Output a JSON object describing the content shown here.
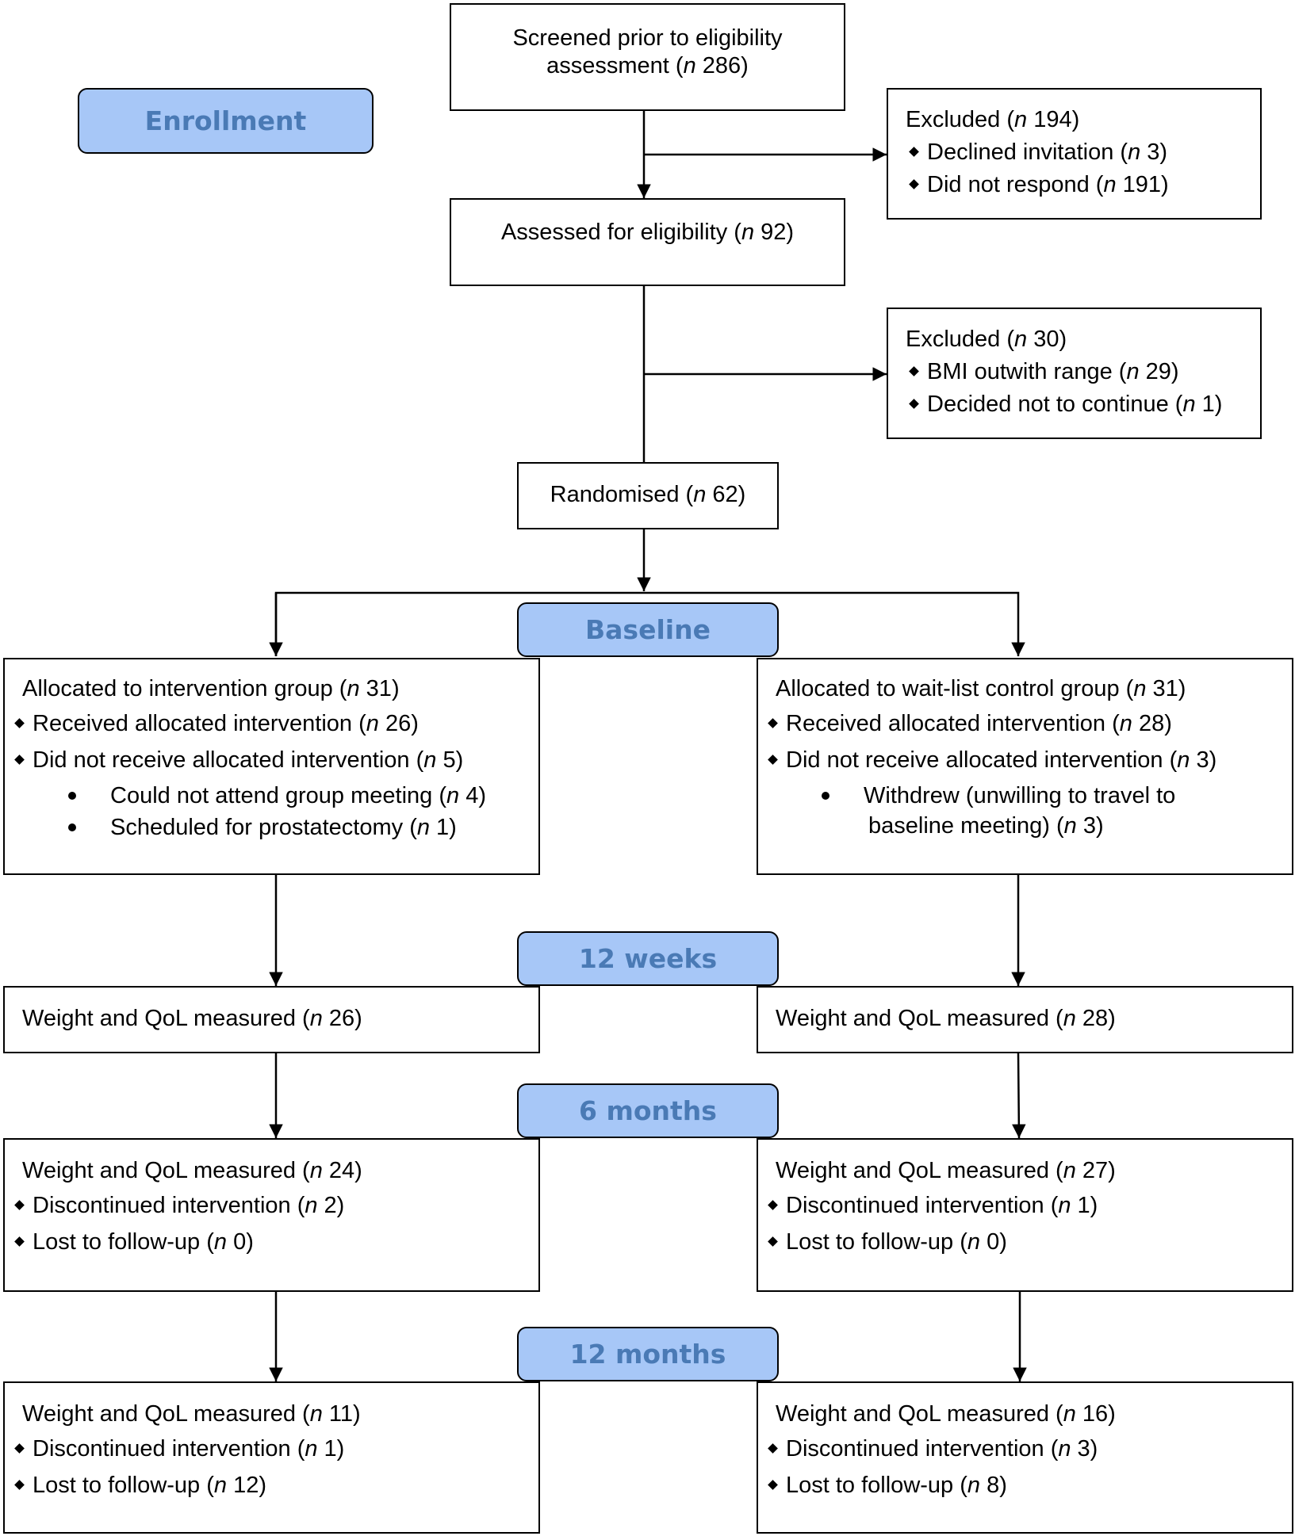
{
  "stages": {
    "enrollment": "Enrollment",
    "baseline": "Baseline",
    "weeks12": "12 weeks",
    "months6": "6 months",
    "months12": "12 months"
  },
  "screened": {
    "line1": "Screened prior to eligibility",
    "line2_pre": "assessment (",
    "n": "n",
    "line2_post": " 286)"
  },
  "excluded1": {
    "title_pre": "Excluded (",
    "title_post": " 194)",
    "items": [
      {
        "pre": "Declined invitation (",
        "post": " 3)"
      },
      {
        "pre": "Did not respond (",
        "post": " 191)"
      }
    ]
  },
  "assessed": {
    "pre": "Assessed for eligibility (",
    "post": " 92)"
  },
  "excluded2": {
    "title_pre": "Excluded (",
    "title_post": " 30)",
    "items": [
      {
        "pre": "BMI outwith range (",
        "post": " 29)"
      },
      {
        "pre": "Decided not to continue (",
        "post": " 1)"
      }
    ]
  },
  "randomised": {
    "pre": "Randomised (",
    "post": " 62)"
  },
  "n_symbol": "n",
  "intervention": {
    "allocated": {
      "pre": "Allocated to intervention group (",
      "post": " 31)"
    },
    "received": {
      "pre": "Received allocated intervention (",
      "post": " 26)"
    },
    "not_received": {
      "pre": "Did not receive allocated intervention (",
      "post": " 5)"
    },
    "sub1": {
      "pre": "Could not attend group meeting (",
      "post": " 4)"
    },
    "sub2": {
      "pre": "Scheduled for prostatectomy (",
      "post": " 1)"
    },
    "w12": {
      "pre": "Weight and QoL measured (",
      "post": " 26)"
    },
    "m6": {
      "measured": {
        "pre": "Weight and QoL measured (",
        "post": " 24)"
      },
      "discontinued": {
        "pre": "Discontinued intervention (",
        "post": " 2)"
      },
      "lost": {
        "pre": "Lost to follow-up (",
        "post": " 0)"
      }
    },
    "m12": {
      "measured": {
        "pre": "Weight and QoL measured (",
        "post": " 11)"
      },
      "discontinued": {
        "pre": "Discontinued intervention (",
        "post": " 1)"
      },
      "lost": {
        "pre": "Lost to follow-up (",
        "post": " 12)"
      }
    }
  },
  "control": {
    "allocated": {
      "pre": "Allocated to wait-list control group (",
      "post": " 31)"
    },
    "received": {
      "pre": "Received allocated intervention (",
      "post": " 28)"
    },
    "not_received": {
      "pre": "Did not receive allocated intervention (",
      "post": " 3)"
    },
    "sub1_line1": "Withdrew (unwilling to travel to",
    "sub1_line2": {
      "pre": "baseline meeting) (",
      "post": " 3)"
    },
    "w12": {
      "pre": "Weight and QoL measured (",
      "post": " 28)"
    },
    "m6": {
      "measured": {
        "pre": "Weight and QoL measured (",
        "post": " 27)"
      },
      "discontinued": {
        "pre": "Discontinued intervention (",
        "post": " 1)"
      },
      "lost": {
        "pre": "Lost to follow-up (",
        "post": " 0)"
      }
    },
    "m12": {
      "measured": {
        "pre": "Weight and QoL measured (",
        "post": " 16)"
      },
      "discontinued": {
        "pre": "Discontinued intervention (",
        "post": " 3)"
      },
      "lost": {
        "pre": "Lost to follow-up (",
        "post": " 8)"
      }
    }
  }
}
